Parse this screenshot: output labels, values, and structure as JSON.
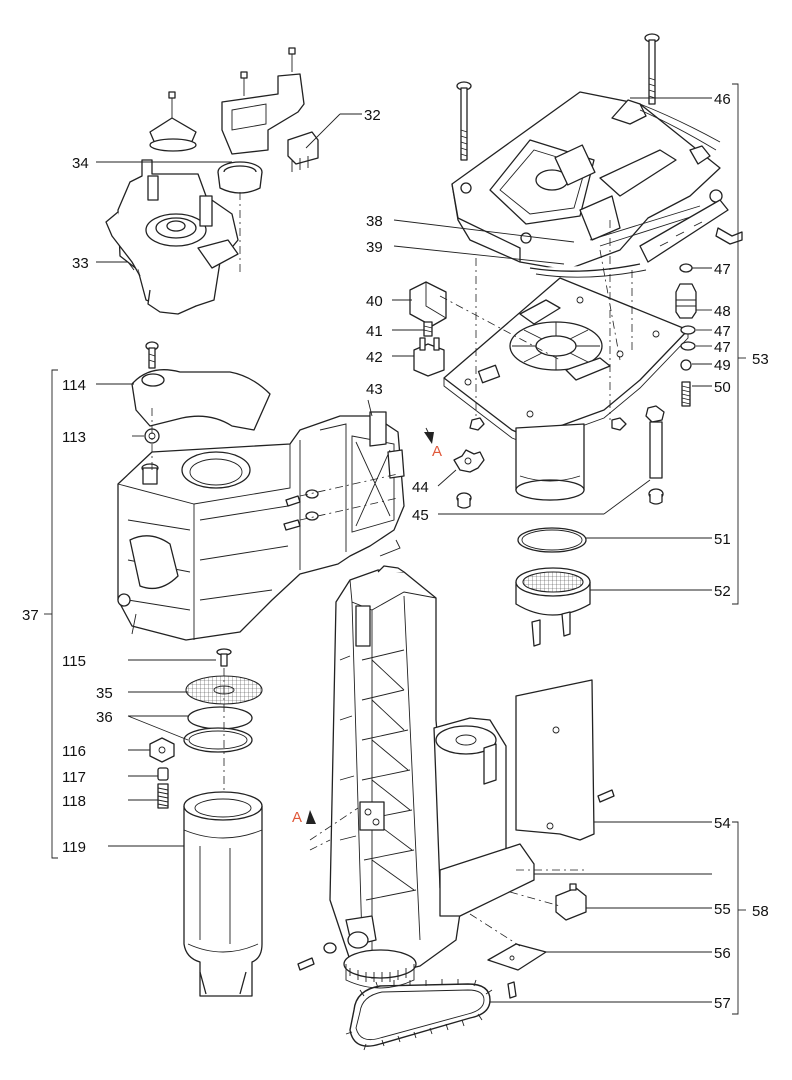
{
  "diagram": {
    "part_numbers": {
      "p32": "32",
      "p33": "33",
      "p34": "34",
      "p35": "35",
      "p36": "36",
      "p37": "37",
      "p38": "38",
      "p39": "39",
      "p40": "40",
      "p41": "41",
      "p42": "42",
      "p43": "43",
      "p44": "44",
      "p45": "45",
      "p46": "46",
      "p47a": "47",
      "p47b": "47",
      "p47c": "47",
      "p48": "48",
      "p49": "49",
      "p50": "50",
      "p51": "51",
      "p52": "52",
      "p53": "53",
      "p54": "54",
      "p55": "55",
      "p56": "56",
      "p57": "57",
      "p58": "58",
      "p113": "113",
      "p114": "114",
      "p115": "115",
      "p116": "116",
      "p117": "117",
      "p118": "118",
      "p119": "119"
    },
    "section_markers": {
      "top": "A",
      "bottom": "A"
    },
    "colors": {
      "line": "#222222",
      "label": "#111111",
      "section_marker": "#e0583a"
    }
  }
}
